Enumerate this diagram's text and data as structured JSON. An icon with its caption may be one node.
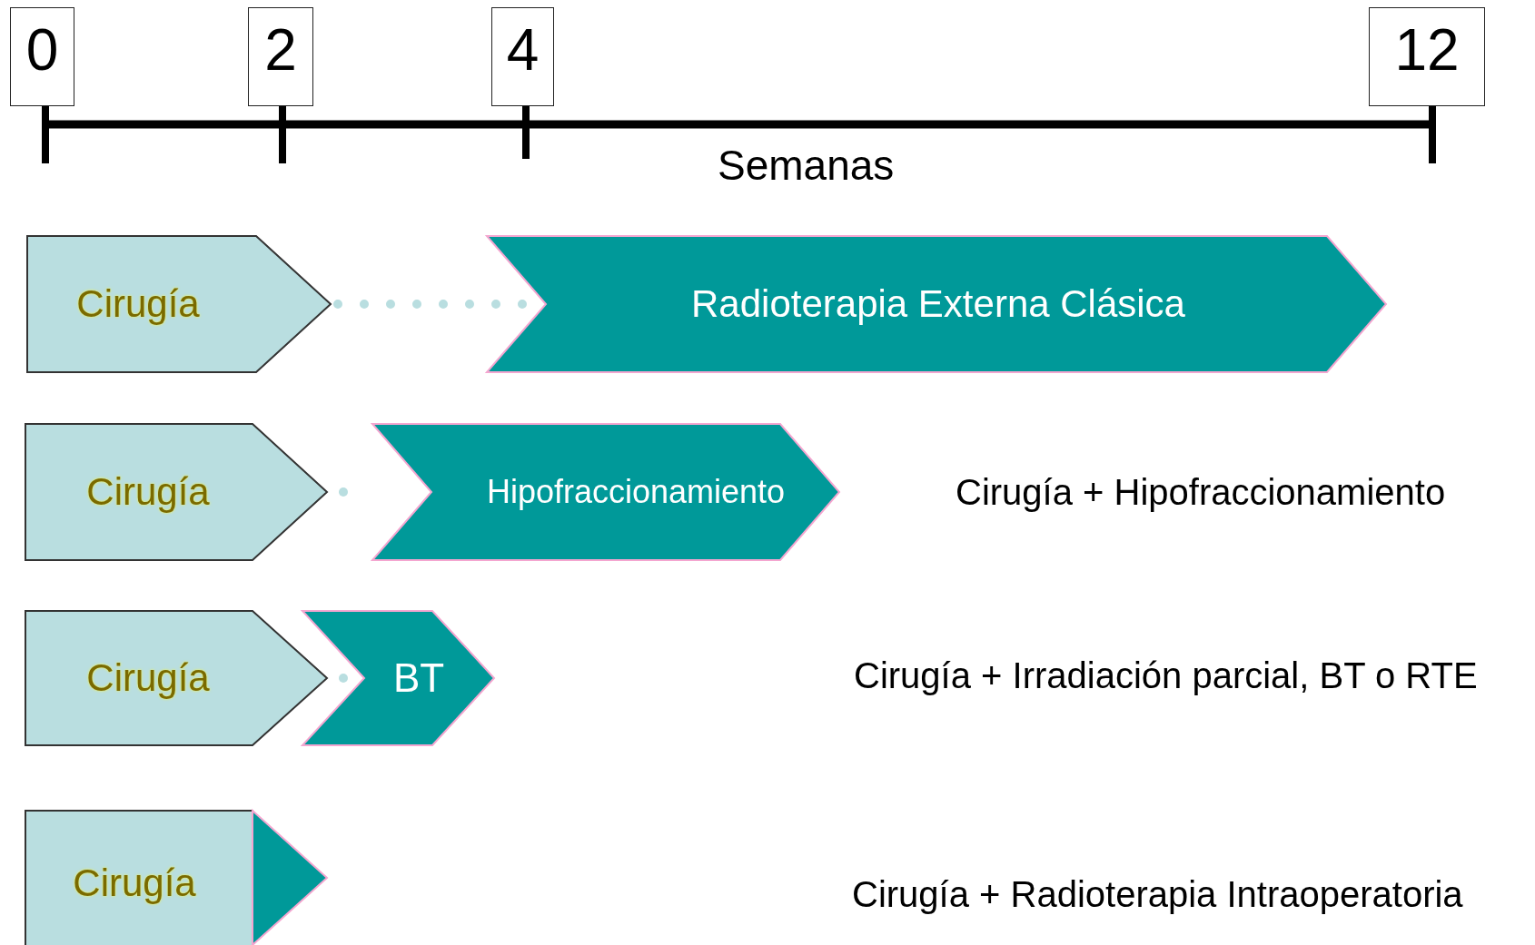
{
  "diagram": {
    "nodes": [
      {
        "text": [
          "0"
        ]
      },
      {
        "text": [
          "2"
        ]
      },
      {
        "text": [
          "4"
        ]
      },
      {
        "text": [
          "12"
        ]
      },
      {
        "text": [
          "Cirugía"
        ]
      },
      {
        "text": [
          "Radioterapia Externa Clásica"
        ]
      },
      {
        "text": [
          "Cirugía"
        ]
      },
      {
        "text": [
          "Hipofraccionamiento"
        ]
      },
      {
        "text": [
          "Cirugía"
        ]
      },
      {
        "text": [
          "BT"
        ]
      },
      {
        "text": [
          "Cirugía"
        ]
      },
      {
        "text": [],
        "shape": "triangle"
      }
    ],
    "edges": [
      {
        "from": 4,
        "to": 5,
        "arrow": "none",
        "style": "dashed"
      },
      {
        "from": 6,
        "to": 7,
        "arrow": "none",
        "style": "dashed"
      },
      {
        "from": 8,
        "to": 9,
        "arrow": "none",
        "style": "dashed"
      }
    ],
    "labels": [
      "Semanas",
      "Cirugía + Hipofraccionamiento",
      "Cirugía + Irradiación parcial, BT o RTE",
      "Cirugía + Radioterapia Intraoperatoria"
    ]
  }
}
